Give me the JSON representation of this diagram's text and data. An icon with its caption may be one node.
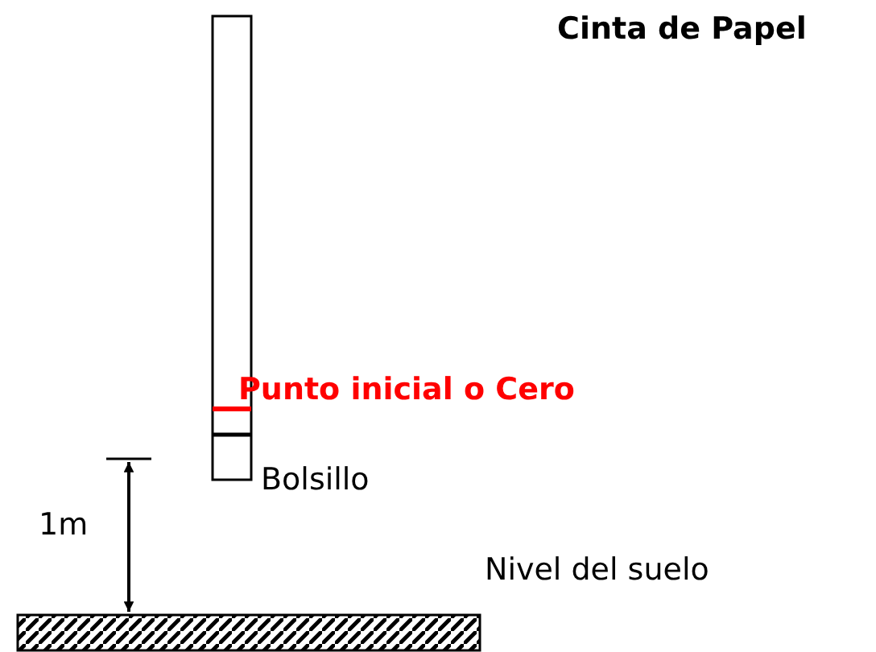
{
  "diagram": {
    "labels": [
      "Cinta de Papel",
      "Punto inicial o Cero",
      "Bolsillo",
      "1m",
      "Nivel del suelo"
    ]
  }
}
